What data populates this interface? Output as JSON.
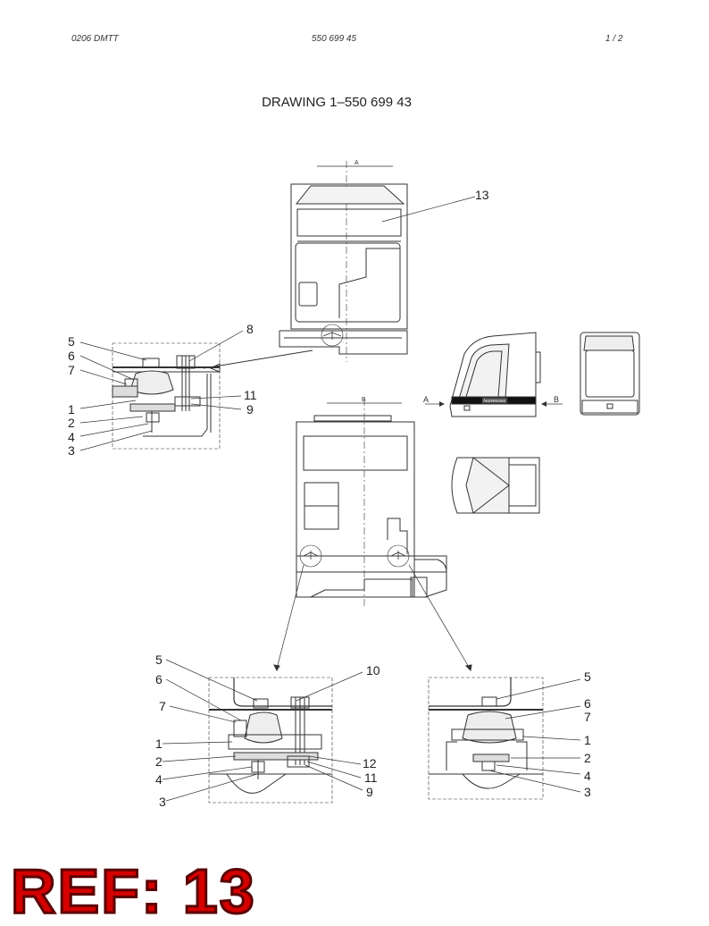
{
  "header": {
    "left": "0206 DMTT",
    "center": "550 699 45",
    "right": "1 /  2"
  },
  "title": "DRAWING 1–550 699 43",
  "view_markers": {
    "a": "A",
    "b": "B"
  },
  "callouts": {
    "top": [
      "13"
    ],
    "left_detail": [
      "5",
      "6",
      "7",
      "1",
      "2",
      "4",
      "3",
      "8",
      "11",
      "9"
    ],
    "bottom_left_detail": [
      "5",
      "6",
      "7",
      "1",
      "2",
      "4",
      "3",
      "10",
      "12",
      "11",
      "9"
    ],
    "bottom_right_detail": [
      "5",
      "6",
      "7",
      "1",
      "2",
      "4",
      "3"
    ]
  },
  "brand_strip": "ÅKERMANS",
  "ref_label": "REF: 13"
}
